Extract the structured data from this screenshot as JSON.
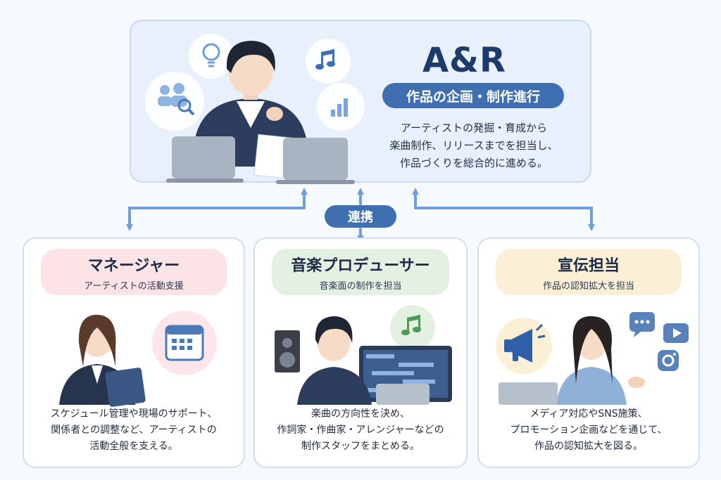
{
  "ar": {
    "title": "A&R",
    "subtitle": "作品の企画・制作進行",
    "description": [
      "アーティストの発掘・育成から",
      "楽曲制作、リリースまでを担当し、",
      "作品づくりを総合的に進める。"
    ]
  },
  "link_label": "連携",
  "roles": [
    {
      "title": "マネージャー",
      "subtitle": "アーティストの活動支援",
      "description": [
        "スケジュール管理や現場のサポート、",
        "関係者との調整など、アーティストの",
        "活動全般を支える。"
      ]
    },
    {
      "title": "音楽プロデューサー",
      "subtitle": "音楽面の制作を担当",
      "description": [
        "楽曲の方向性を決め、",
        "作詞家・作曲家・アレンジャーなどの",
        "制作スタッフをまとめる。"
      ]
    },
    {
      "title": "宣伝担当",
      "subtitle": "作品の認知拡大を担当",
      "description": [
        "メディア対応やSNS施策、",
        "プロモーション企画などを通じて、",
        "作品の認知拡大を図る。"
      ]
    }
  ],
  "colors": {
    "accent": "#3f6fb0",
    "arrow": "#6f9fd8",
    "manager_header": "#fbe3e6",
    "producer_header": "#e4f0e2",
    "pr_header": "#fbf0d6"
  },
  "icons": [
    "lightbulb-icon",
    "music-note-icon",
    "people-search-icon",
    "bar-chart-icon",
    "calendar-icon",
    "megaphone-icon",
    "chat-icon",
    "video-play-icon",
    "instagram-icon"
  ]
}
